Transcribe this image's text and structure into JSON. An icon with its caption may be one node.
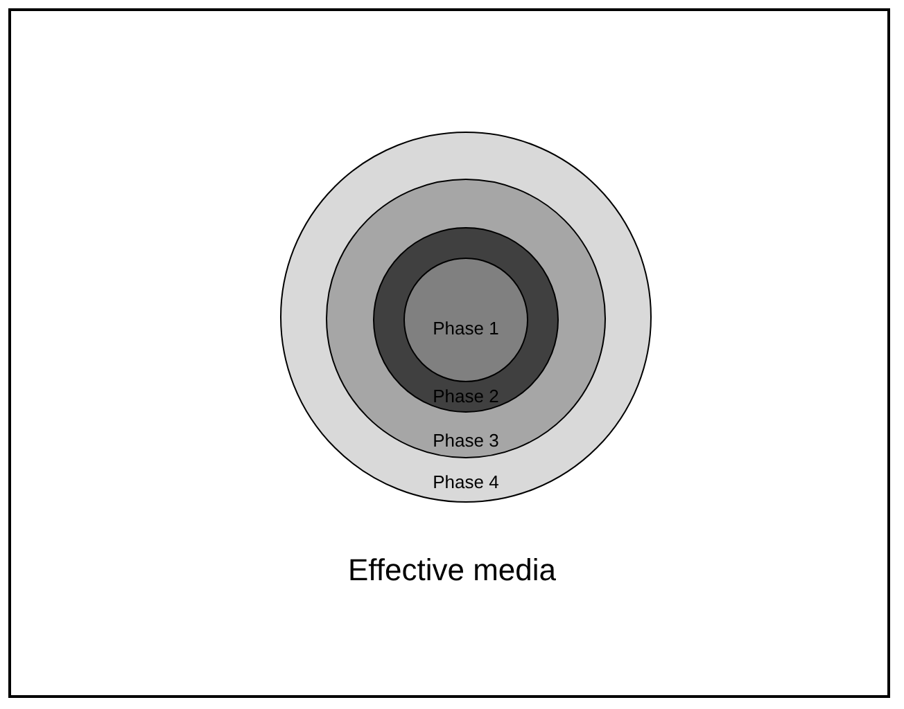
{
  "diagram": {
    "caption": "Effective media",
    "nodes": [
      {
        "text": [
          "Phase 4"
        ]
      },
      {
        "text": [
          "Phase 3"
        ],
        "in": 0
      },
      {
        "text": [
          "Phase 2"
        ],
        "in": 1
      },
      {
        "text": [
          "Phase 1"
        ],
        "in": 2
      }
    ]
  }
}
